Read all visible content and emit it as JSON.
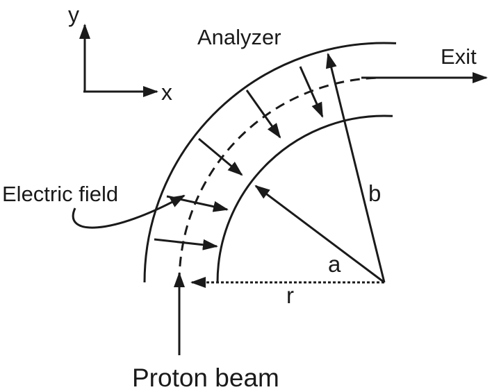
{
  "labels": {
    "y_axis": "y",
    "x_axis": "x",
    "analyzer": "Analyzer",
    "exit": "Exit",
    "electric_field": "Electric field",
    "b": "b",
    "a": "a",
    "r": "r",
    "proton_beam": "Proton beam"
  },
  "colors": {
    "stroke": "#1a1a1a"
  }
}
